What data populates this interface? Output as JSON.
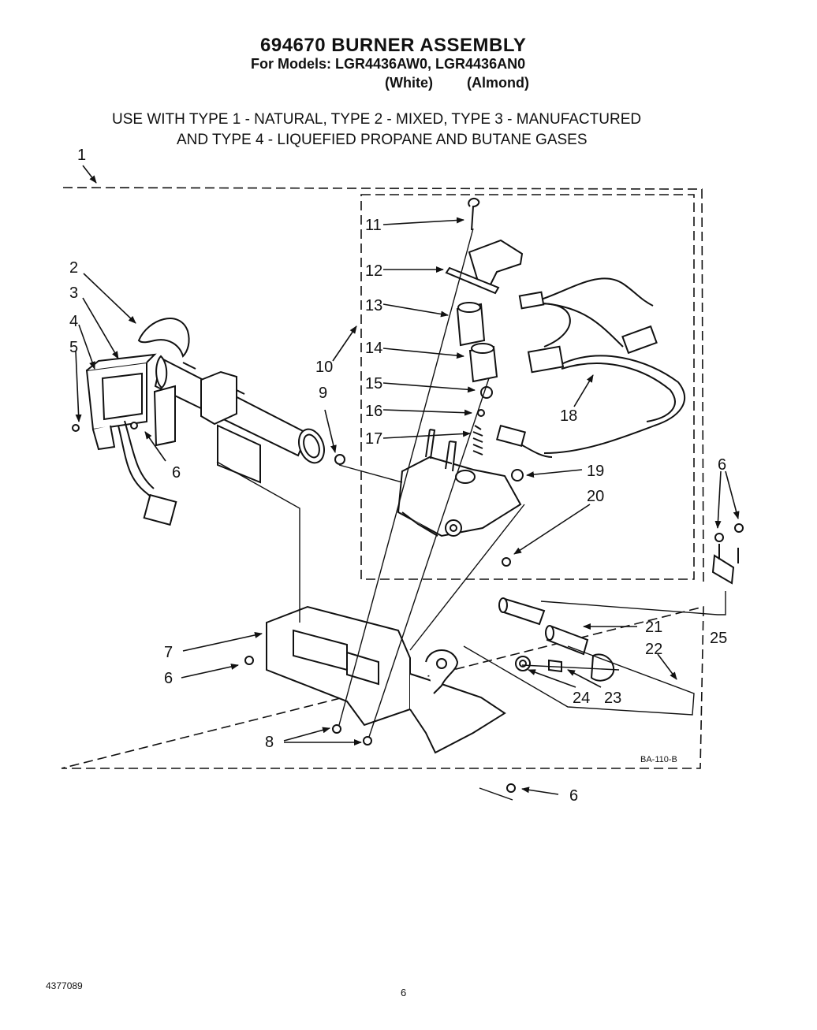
{
  "header": {
    "title": "694670 BURNER ASSEMBLY",
    "models_line": "For Models: LGR4436AW0, LGR4436AN0",
    "color_white": "(White)",
    "color_almond": "(Almond)"
  },
  "gas_note": {
    "line1": "USE WITH TYPE 1 - NATURAL, TYPE 2 - MIXED, TYPE 3 - MANUFACTURED",
    "line2": "AND TYPE 4 - LIQUEFIED PROPANE AND BUTANE GASES"
  },
  "callouts": {
    "c1": "1",
    "c2": "2",
    "c3": "3",
    "c4": "4",
    "c5": "5",
    "c6a": "6",
    "c6b": "6",
    "c6c": "6",
    "c6d": "6",
    "c7": "7",
    "c8": "8",
    "c9": "9",
    "c10": "10",
    "c11": "11",
    "c12": "12",
    "c13": "13",
    "c14": "14",
    "c15": "15",
    "c16": "16",
    "c17": "17",
    "c18": "18",
    "c19": "19",
    "c20": "20",
    "c21": "21",
    "c22": "22",
    "c23": "23",
    "c24": "24",
    "c25": "25"
  },
  "drawing_code": "BA-110-B",
  "footer": {
    "doc_number": "4377089",
    "page_number": "6"
  }
}
